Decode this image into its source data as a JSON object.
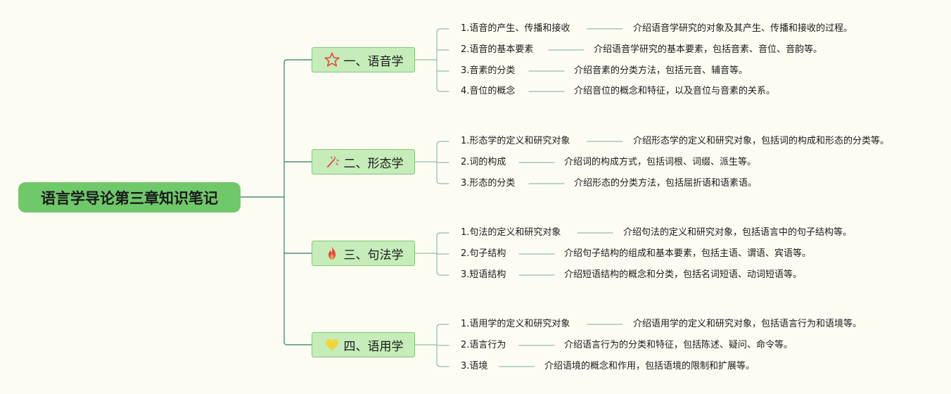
{
  "root": {
    "title": "语言学导论第三章知识笔记"
  },
  "branches": [
    {
      "label": "一、语音学",
      "icon": "star-icon",
      "items": [
        {
          "title": "1.语音的产生、传播和接收",
          "desc": "介绍语音学研究的对象及其产生、传播和接收的过程。"
        },
        {
          "title": "2.语音的基本要素",
          "desc": "介绍语音学研究的基本要素，包括音素、音位、音韵等。"
        },
        {
          "title": "3.音素的分类",
          "desc": "介绍音素的分类方法，包括元音、辅音等。"
        },
        {
          "title": "4.音位的概念",
          "desc": "介绍音位的概念和特征，以及音位与音素的关系。"
        }
      ]
    },
    {
      "label": "二、形态学",
      "icon": "magic-wand-icon",
      "items": [
        {
          "title": "1.形态学的定义和研究对象",
          "desc": "介绍形态学的定义和研究对象，包括词的构成和形态的分类等。"
        },
        {
          "title": "2.词的构成",
          "desc": "介绍词的构成方式，包括词根、词缀、派生等。"
        },
        {
          "title": "3.形态的分类",
          "desc": "介绍形态的分类方法，包括屈折语和语素语。"
        }
      ]
    },
    {
      "label": "三、句法学",
      "icon": "fire-icon",
      "items": [
        {
          "title": "1.句法的定义和研究对象",
          "desc": "介绍句法的定义和研究对象，包括语言中的句子结构等。"
        },
        {
          "title": "2.句子结构",
          "desc": "介绍句子结构的组成和基本要素，包括主语、谓语、宾语等。"
        },
        {
          "title": "3.短语结构",
          "desc": "介绍短语结构的概念和分类，包括名词短语、动词短语等。"
        }
      ]
    },
    {
      "label": "四、语用学",
      "icon": "heart-icon",
      "items": [
        {
          "title": "1.语用学的定义和研究对象",
          "desc": "介绍语用学的定义和研究对象，包括语言行为和语境等。"
        },
        {
          "title": "2.语言行为",
          "desc": "介绍语言行为的分类和特征，包括陈述、疑问、命令等。"
        },
        {
          "title": "3.语境",
          "desc": "介绍语境的概念和作用，包括语境的限制和扩展等。"
        }
      ]
    }
  ],
  "colors": {
    "root_fill": "#6fc86a",
    "branch_fill": "#c5ecb9",
    "branch_border": "#82c67a",
    "root_connector": "#4f8f7a",
    "leaf_connector": "#93bcad",
    "star": "#e0493a",
    "wand": "#d9534f",
    "fire": "#e8463b",
    "heart": "#f2d43a"
  }
}
